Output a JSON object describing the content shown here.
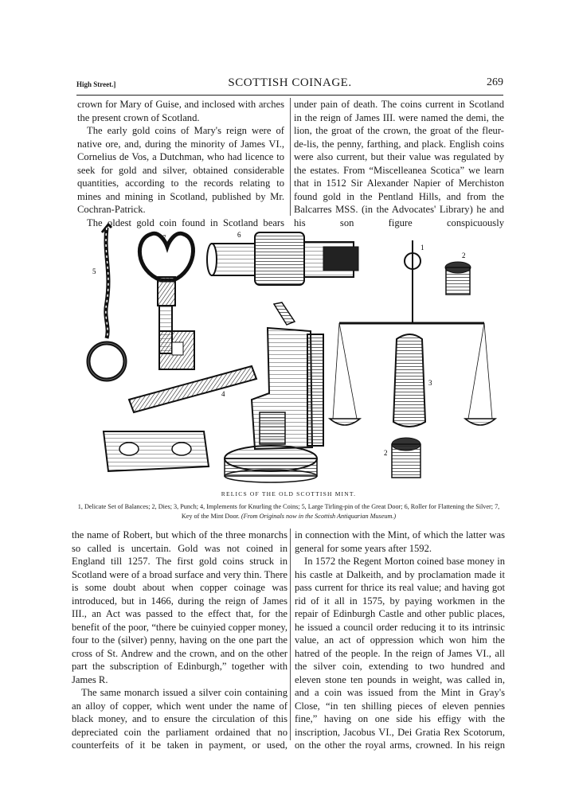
{
  "header": {
    "running_head": "High Street.]",
    "title": "SCOTTISH COINAGE.",
    "page_number": "269"
  },
  "top_left": [
    "crown for Mary of Guise, and inclosed with arches the present crown of Scotland.",
    "The early gold coins of Mary's reign were of native ore, and, during the minority of James VI., Cornelius de Vos, a Dutchman, who had licence to seek for gold and silver, obtained considerable quantities, according to the records relating to mines and mining in Scotland, published by Mr. Cochran-Patrick.",
    "The oldest gold coin found in Scotland bears"
  ],
  "top_right": [
    "under pain of death. The coins current in Scotland in the reign of James III. were named the demi, the lion, the groat of the crown, the groat of the fleur-de-lis, the penny, farthing, and plack. English coins were also current, but their value was regulated by the estates. From “Miscelleanea Scotica” we learn that in 1512 Sir Alexander Napier of Merchiston found gold in the Pentland Hills, and from the Balcarres MSS. (in the Advocates' Library) he and his son figure conspicuously"
  ],
  "figure": {
    "title": "RELICS OF THE OLD SCOTTISH MINT.",
    "caption": "1, Delicate Set of Balances; 2, Dies; 3, Punch; 4, Implements for Knurling the Coins; 5, Large Tirling-pin of the Great Door; 6, Roller for Flattening the Silver; 7, Key of the Mint Door.",
    "source_note": "(From Originals now in the Scottish Antiquarian Museum.)",
    "labels": {
      "n1": "1",
      "n2a": "2",
      "n2b": "2",
      "n3": "3",
      "n4": "4",
      "n5": "5",
      "n6": "6",
      "n7": "7"
    }
  },
  "bottom_left": [
    "the name of Robert, but which of the three monarchs so called is uncertain. Gold was not coined in England till 1257. The first gold coins struck in Scotland were of a broad surface and very thin. There is some doubt about when copper coinage was introduced, but in 1466, during the reign of James III., an Act was passed to the effect that, for the benefit of the poor, “there be cuinyied copper money, four to the (silver) penny, having on the one part the cross of St. Andrew and the crown, and on the other part the subscription of Edinburgh,” together with James R.",
    "The same monarch issued a silver coin containing an alloy of copper, which went under the name of black money, and to ensure the circulation of this depreciated coin the parliament ordained that no counterfeits of it be taken in payment, or used,"
  ],
  "bottom_right": [
    "in connection with the Mint, of which the latter was general for some years after 1592.",
    "In 1572 the Regent Morton coined base money in his castle at Dalkeith, and by proclamation made it pass current for thrice its real value; and having got rid of it all in 1575, by paying workmen in the repair of Edinburgh Castle and other public places, he issued a council order reducing it to its intrinsic value, an act of oppression which won him the hatred of the people. In the reign of James VI., all the silver coin, extending to two hundred and eleven stone ten pounds in weight, was called in, and a coin was issued from the Mint in Gray's Close, “in ten shilling pieces of eleven pennies fine,” having on one side his effigy with the inscription, Jacobus VI., Dei Gratia Rex Scotorum, on the other the royal arms, crowned. In his reign"
  ]
}
